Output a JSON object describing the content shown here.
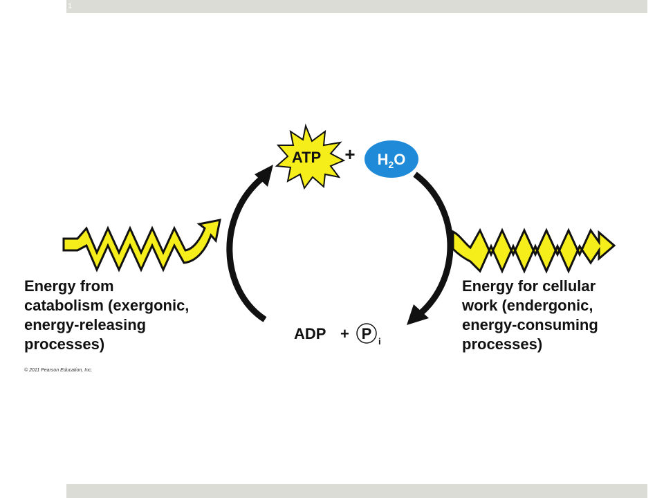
{
  "slide": {
    "number": "1"
  },
  "cycle": {
    "atp_label": "ATP",
    "plus_top": "+",
    "water_label": "H",
    "water_subscript": "2",
    "water_suffix": "O",
    "adp_label": "ADP",
    "plus_bottom": "+",
    "phosphate_label": "P",
    "phosphate_subscript": "i"
  },
  "left_text": {
    "lines": [
      "Energy from",
      "catabolism (exergonic,",
      "energy-releasing",
      "processes)"
    ]
  },
  "right_text": {
    "lines": [
      "Energy for cellular",
      "work (endergonic,",
      "energy-consuming",
      "processes)"
    ]
  },
  "copyright": "© 2011 Pearson Education, Inc.",
  "colors": {
    "zigzag_fill": "#f5ee1a",
    "starburst_fill": "#f5ee1a",
    "water_fill": "#1e8ad8",
    "arrow_color": "#111111",
    "bar_color": "#dcdcd6"
  }
}
